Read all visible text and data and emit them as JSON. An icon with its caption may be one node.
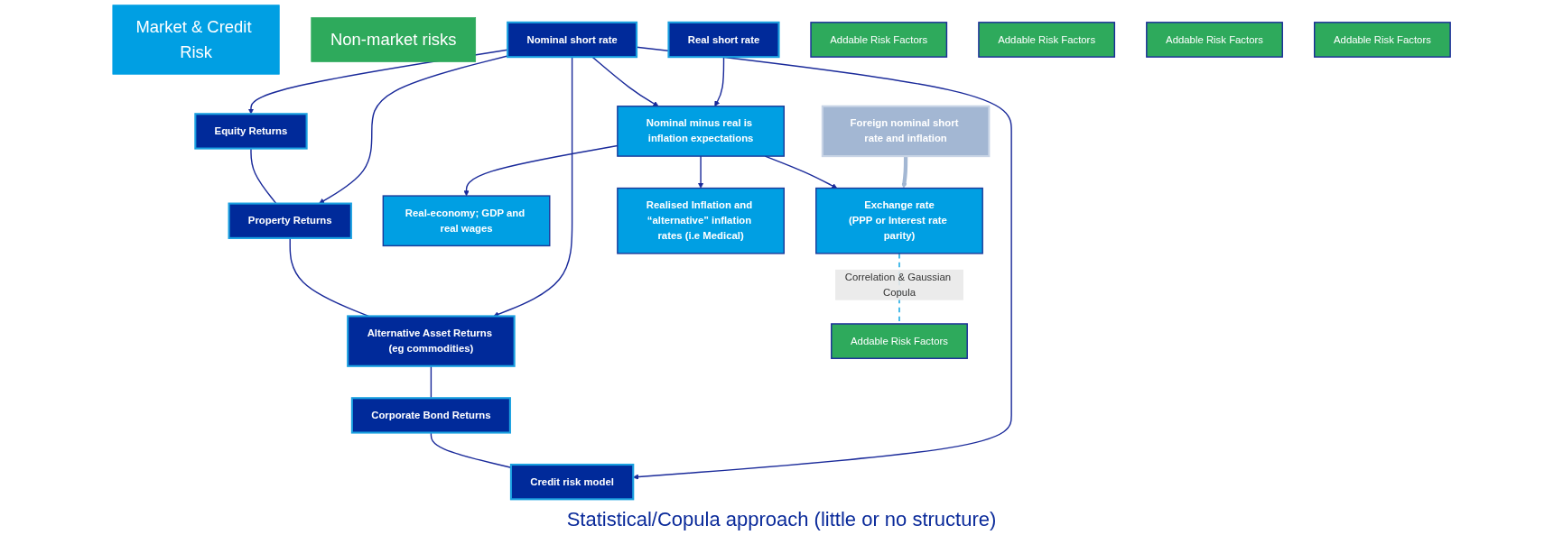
{
  "diagram": {
    "nodes": [
      {
        "text": [
          "Market & Credit Risk"
        ]
      },
      {
        "text": [
          "Non-market risks"
        ]
      },
      {
        "text": [
          "Equity Returns"
        ]
      },
      {
        "text": [
          "Property Returns"
        ]
      },
      {
        "text": [
          "Alternative Asset Returns (eg commodities)"
        ]
      },
      {
        "text": [
          "Corporate Bond Returns"
        ]
      },
      {
        "text": [
          "Credit risk model"
        ]
      },
      {
        "text": [
          "Real-economy; GDP and real wages"
        ]
      },
      {
        "text": [
          "Nominal short rate"
        ]
      },
      {
        "text": [
          "Nominal minus real is inflation expectations"
        ]
      },
      {
        "text": [
          "Exchange rate",
          "(PPP or Interest rate parity)"
        ]
      },
      {
        "text": [
          "Real short rate"
        ]
      },
      {
        "text": [
          "Realised Inflation and “alternative” inflation rates (i.e Medical)"
        ]
      },
      {
        "text": [
          "Foreign nominal short rate and inflation"
        ]
      },
      {
        "text": [
          "Addable Risk Factors"
        ]
      },
      {
        "text": [
          "Addable Risk Factors"
        ]
      },
      {
        "text": [
          "Addable Risk Factors"
        ]
      },
      {
        "text": [
          "Addable Risk Factors"
        ]
      },
      {
        "text": [
          "Addable Risk Factors"
        ]
      }
    ],
    "edges": [
      {
        "from": 2,
        "to": 3,
        "arrow": "none"
      },
      {
        "from": 3,
        "to": 4,
        "arrow": "none"
      },
      {
        "from": 4,
        "to": 5,
        "arrow": "none"
      },
      {
        "from": 5,
        "to": 6,
        "arrow": "none"
      },
      {
        "from": 8,
        "to": 2,
        "arrow": "to"
      },
      {
        "from": 8,
        "to": 3,
        "arrow": "to"
      },
      {
        "from": 8,
        "to": 4,
        "arrow": "to"
      },
      {
        "from": 8,
        "to": 6,
        "arrow": "to"
      },
      {
        "from": 8,
        "to": 9,
        "arrow": "to"
      },
      {
        "from": 11,
        "to": 9,
        "arrow": "to"
      },
      {
        "from": 9,
        "to": 7,
        "arrow": "to"
      },
      {
        "from": 9,
        "to": 12,
        "arrow": "to"
      },
      {
        "from": 9,
        "to": 10,
        "arrow": "to"
      },
      {
        "from": 13,
        "to": 10,
        "arrow": "to",
        "style": "thick",
        "color": "#a3b7d3"
      },
      {
        "from": 10,
        "to": 14,
        "arrow": "none",
        "label": "Correlation & Gaussian Copula",
        "style": "dashed",
        "color": "#00a0e0"
      }
    ],
    "labels": [
      "Statistical/Copula approach (little or no structure)"
    ]
  }
}
